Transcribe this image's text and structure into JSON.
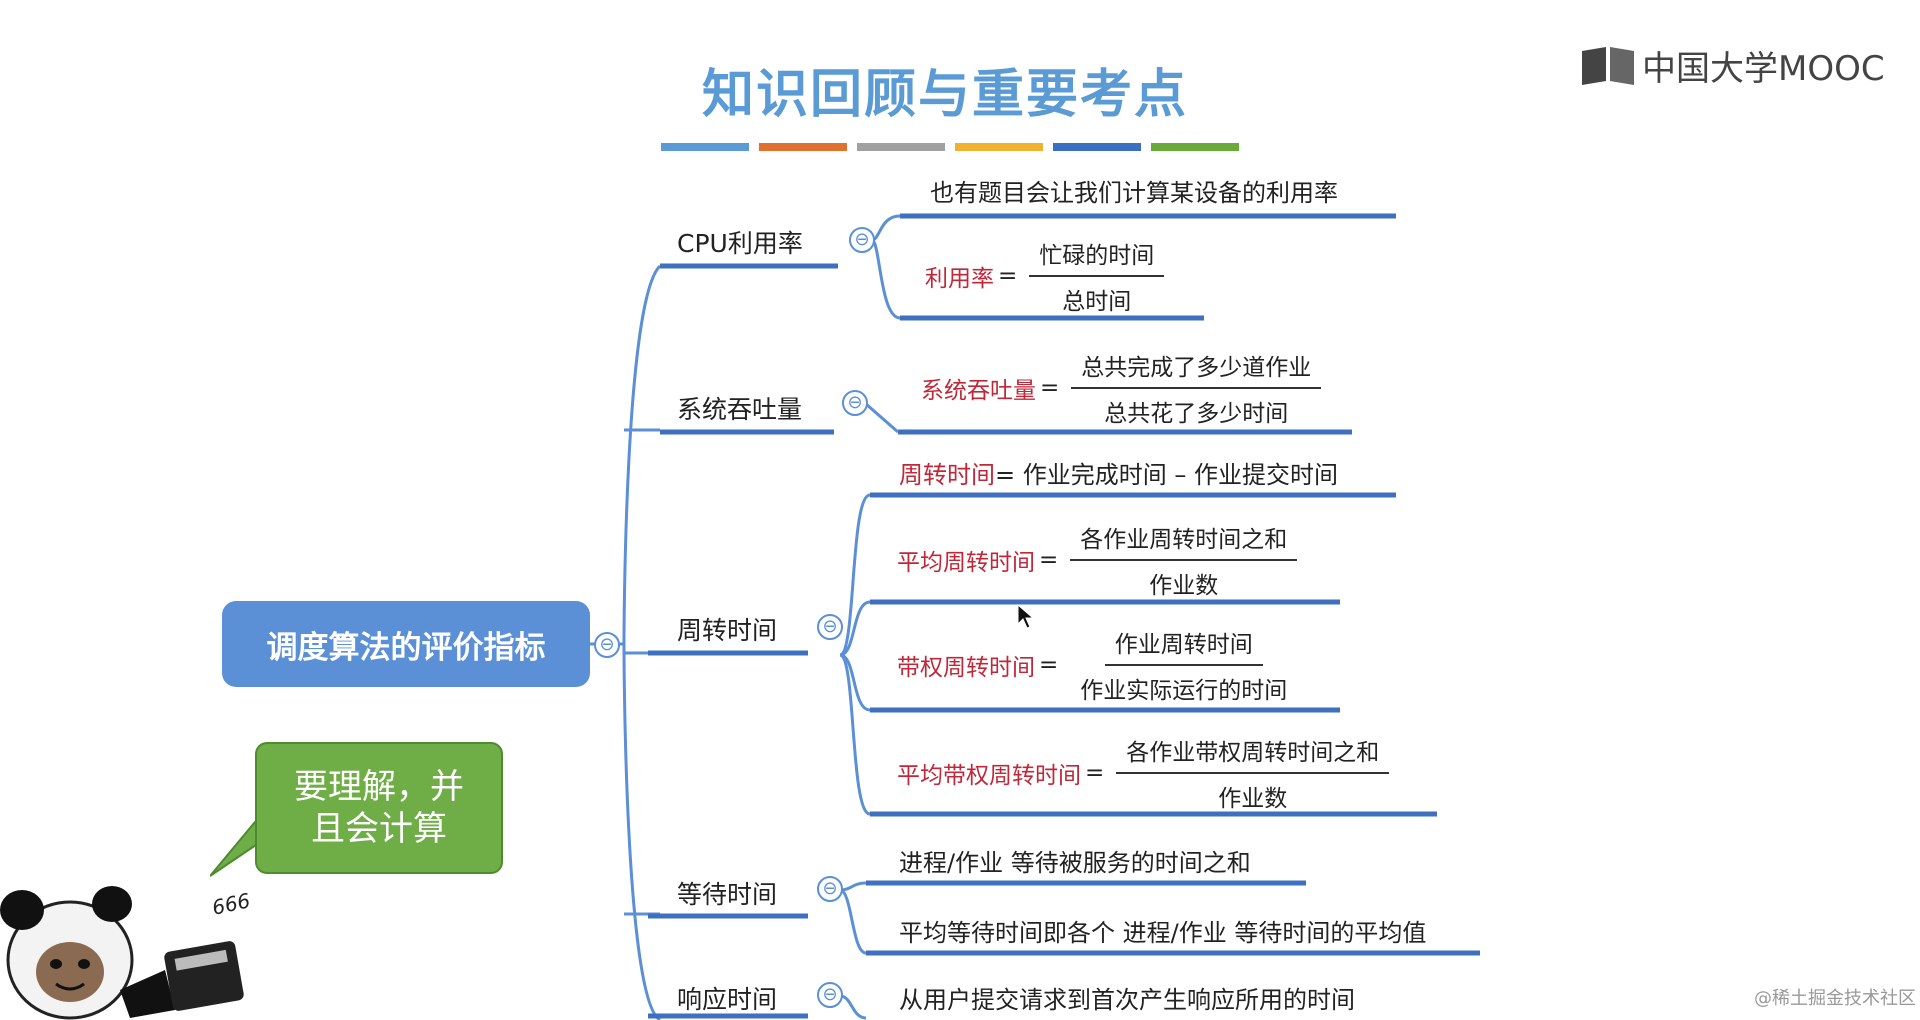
{
  "header": {
    "title": "知识回顾与重要考点",
    "brand": "中国大学MOOC",
    "color_bars": [
      "#5b9bd5",
      "#e07030",
      "#a0a0a0",
      "#f0b030",
      "#3a6fc4",
      "#6aaa3a"
    ]
  },
  "mindmap": {
    "root": "调度算法的评价指标",
    "branches": {
      "cpu": {
        "label": "CPU利用率",
        "note": "也有题目会让我们计算某设备的利用率",
        "formula": {
          "lhs": "利用率",
          "eq": "=",
          "numerator": "忙碌的时间",
          "denominator": "总时间"
        }
      },
      "throughput": {
        "label": "系统吞吐量",
        "formula": {
          "lhs": "系统吞吐量",
          "eq": "=",
          "numerator": "总共完成了多少道作业",
          "denominator": "总共花了多少时间"
        }
      },
      "turnaround": {
        "label": "周转时间",
        "def_lhs": "周转时间",
        "def_rhs": "= 作业完成时间 – 作业提交时间",
        "avg": {
          "lhs": "平均周转时间",
          "eq": "=",
          "numerator": "各作业周转时间之和",
          "denominator": "作业数"
        },
        "weighted": {
          "lhs": "带权周转时间",
          "eq": "=",
          "numerator": "作业周转时间",
          "denominator": "作业实际运行的时间"
        },
        "avg_weighted": {
          "lhs": "平均带权周转时间",
          "eq": "=",
          "numerator": "各作业带权周转时间之和",
          "denominator": "作业数"
        }
      },
      "waiting": {
        "label": "等待时间",
        "leaf1": "进程/作业 等待被服务的时间之和",
        "leaf2": "平均等待时间即各个 进程/作业 等待时间的平均值"
      },
      "response": {
        "label": "响应时间",
        "leaf1": "从用户提交请求到首次产生响应所用的时间"
      }
    },
    "collapse_symbol": "⊖"
  },
  "bubble": {
    "line1": "要理解，并",
    "line2": "且会计算"
  },
  "meme": {
    "badge": "666"
  },
  "watermark": "@稀土掘金技术社区",
  "colors": {
    "accent": "#5b8fd6",
    "formula_red": "#c0283a",
    "bubble_green": "#6fad47"
  }
}
